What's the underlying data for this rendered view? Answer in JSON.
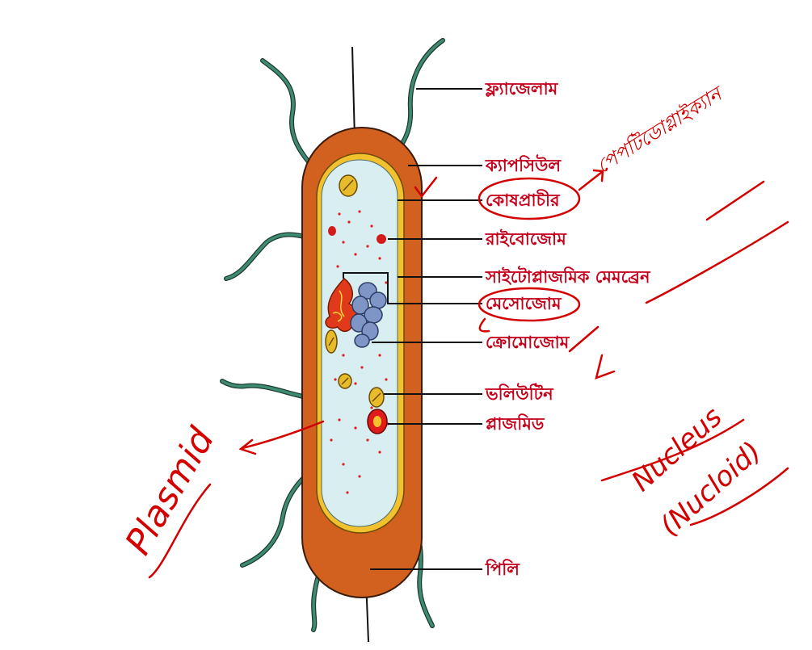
{
  "labels": {
    "flagellum": "ফ্ল্যাজেলাম",
    "capsule": "ক্যাপসিউল",
    "cell_wall": "কোষপ্রাচীর",
    "ribosome": "রাইবোজোম",
    "cytoplasmic_membrane": "সাইটোপ্লাজমিক মেমব্রেন",
    "mesosome": "মেসোজোম",
    "chromosome": "ক্রোমোজোম",
    "volutin": "ভলিউটিন",
    "plasmid": "প্লাজমিড",
    "pili": "পিলি"
  },
  "annotations": {
    "peptidoglycan": "পেপটিডোগ্লাইক্যান",
    "plasmid_hand": "Plasmid",
    "nucleus": "Nucleus",
    "nucleoid": "(Nucloid)"
  },
  "colors": {
    "capsule": "#d2601f",
    "wall": "#f2c12e",
    "cytoplasm": "#d8eef0",
    "flagella": "#3f8a72",
    "chromosome": "#7f95c6",
    "annotation": "#d40000",
    "label": "#c4001a"
  }
}
